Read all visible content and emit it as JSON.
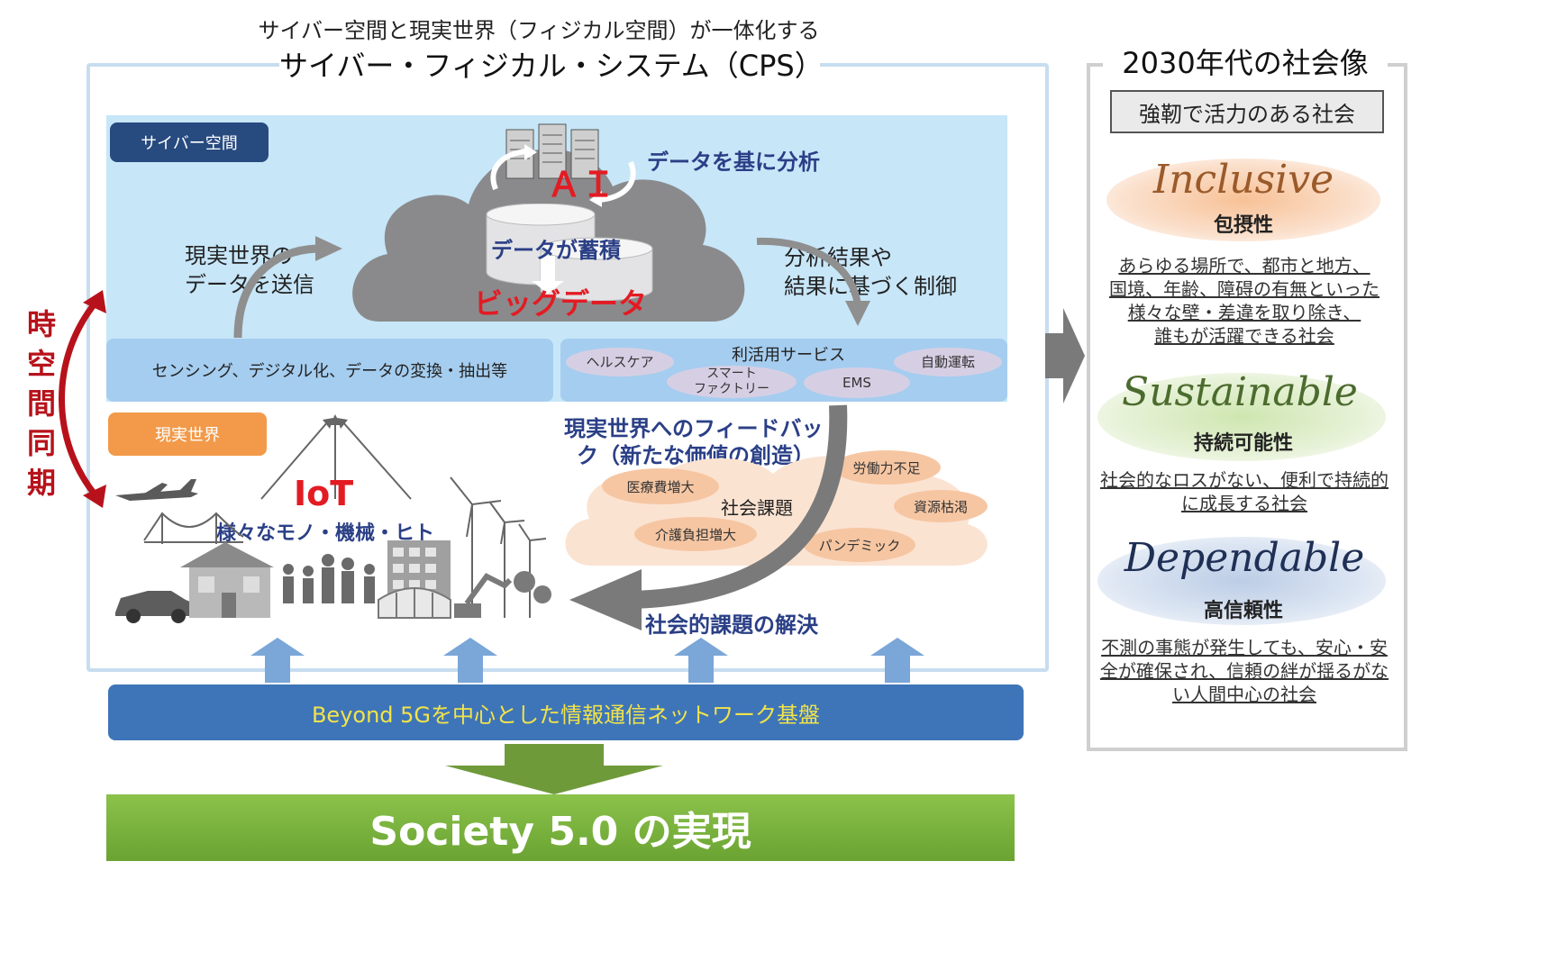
{
  "header": {
    "subtitle": "サイバー空間と現実世界（フィジカル空間）が一体化する",
    "title": "サイバー・フィジカル・システム（CPS）"
  },
  "cyber": {
    "label": "サイバー空間",
    "ai": "ＡＩ",
    "analyze": "データを基に分析",
    "accumulate": "データが蓄積",
    "big_data": "ビッグデータ",
    "send_line1": "現実世界の",
    "send_line2": "データを送信",
    "result_line1": "分析結果や",
    "result_line2": "結果に基づく制御"
  },
  "sensing": {
    "label": "センシング、デジタル化、データの変換・抽出等"
  },
  "services": {
    "title": "利活用サービス",
    "items": [
      "ヘルスケア",
      "スマート\nファクトリー",
      "EMS",
      "自動運転"
    ]
  },
  "real": {
    "label": "現実世界",
    "iot": "IoT",
    "iot_desc": "様々なモノ・機械・ヒト"
  },
  "feedback": {
    "line1": "現実世界へのフィードバッ",
    "line2": "ク（新たな価値の創造）"
  },
  "issues": {
    "center": "社会課題",
    "items": [
      "医療費増大",
      "労働力不足",
      "資源枯渇",
      "介護負担増大",
      "パンデミック"
    ]
  },
  "solve": "社会的課題の解決",
  "sync": {
    "chars": [
      "時",
      "空",
      "間",
      "同",
      "期"
    ]
  },
  "network": "Beyond 5Gを中心とした情報通信ネットワーク基盤",
  "society": "Society 5.0 の実現",
  "right": {
    "title": "2030年代の社会像",
    "subtitle": "強靭で活力のある社会",
    "values": [
      {
        "en": "Inclusive",
        "jp": "包摂性",
        "desc": [
          "あらゆる場所で、都市と地方、",
          "国境、年齢、障碍の有無といった",
          "様々な壁・差違を取り除き、",
          "誰もが活躍できる社会"
        ]
      },
      {
        "en": "Sustainable",
        "jp": "持続可能性",
        "desc": [
          "社会的なロスがない、便利で持続的",
          "に成長する社会"
        ]
      },
      {
        "en": "Dependable",
        "jp": "高信頼性",
        "desc": [
          "不測の事態が発生しても、安心・安",
          "全が確保され、信頼の絆が揺るがな",
          "い人間中心の社会"
        ]
      }
    ]
  },
  "colors": {
    "cyber_bg": "#c7e6f8",
    "label_navy": "#274a7f",
    "label_orange": "#f29a4a",
    "network_blue": "#3e75b8",
    "society_green": "#7ab43e",
    "sync_red": "#b7121b",
    "gray_arrow": "#7a7a7a"
  }
}
